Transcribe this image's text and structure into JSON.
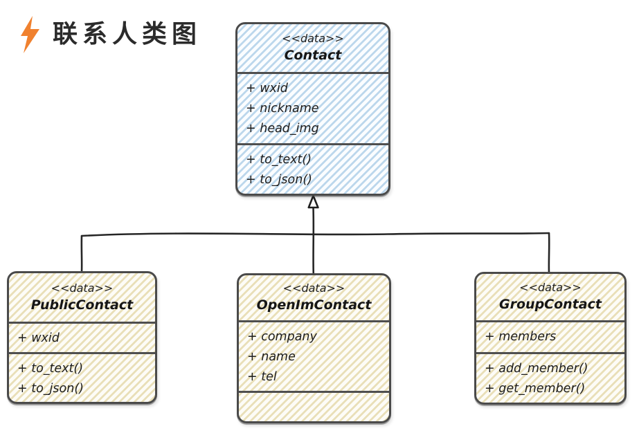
{
  "title": {
    "text": "联系人类图",
    "icon": "lightning-icon",
    "icon_color": "#f0812f"
  },
  "colors": {
    "blue_stripe": "#bcd7ec",
    "tan_stripe": "#e9dfb8",
    "border": "#4a4a4a",
    "connector": "#262626",
    "text": "#1e1e1e"
  },
  "classes": [
    {
      "id": "Contact",
      "stereotype": "<<data>>",
      "name": "Contact",
      "fill": "blue",
      "attributes": [
        "+ wxid",
        "+ nickname",
        "+ head_img"
      ],
      "methods": [
        "+ to_text()",
        "+ to_json()"
      ]
    },
    {
      "id": "PublicContact",
      "stereotype": "<<data>>",
      "name": "PublicContact",
      "fill": "tan",
      "attributes": [
        "+ wxid"
      ],
      "methods": [
        "+ to_text()",
        "+ to_json()"
      ]
    },
    {
      "id": "OpenImContact",
      "stereotype": "<<data>>",
      "name": "OpenImContact",
      "fill": "tan",
      "attributes": [
        "+ company",
        "+ name",
        "+ tel"
      ],
      "methods": []
    },
    {
      "id": "GroupContact",
      "stereotype": "<<data>>",
      "name": "GroupContact",
      "fill": "tan",
      "attributes": [
        "+ members"
      ],
      "methods": [
        "+ add_member()",
        "+ get_member()"
      ]
    }
  ],
  "relationships": [
    {
      "type": "inheritance",
      "parent": "Contact",
      "children": [
        "PublicContact",
        "OpenImContact",
        "GroupContact"
      ]
    }
  ]
}
